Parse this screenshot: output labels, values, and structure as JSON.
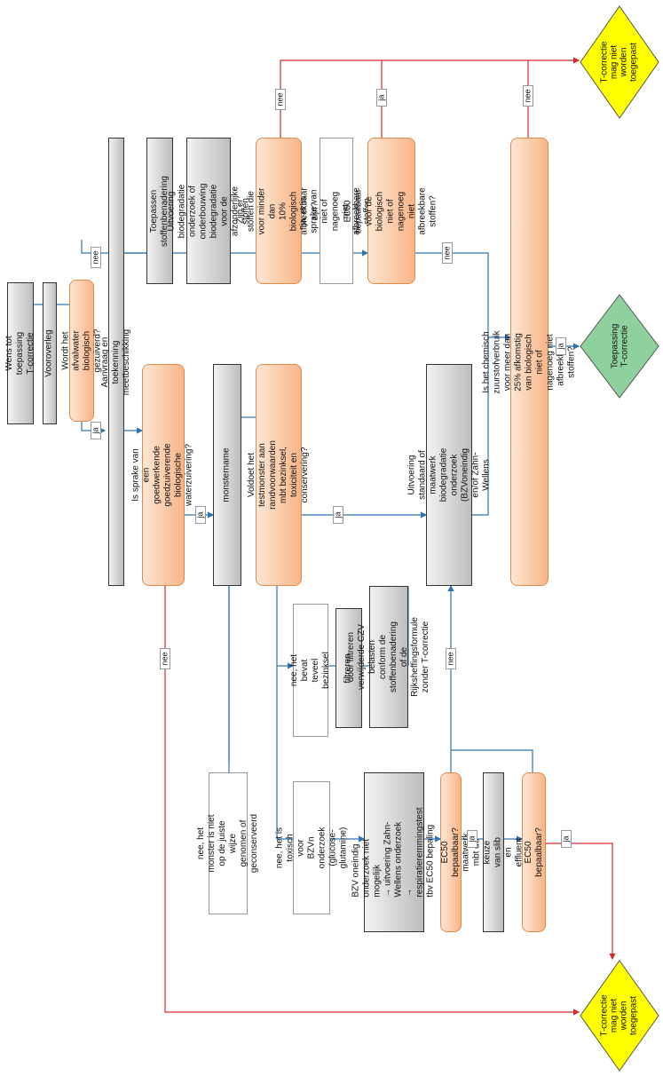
{
  "boxes": {
    "wens": "Wens tot toepassing T-correctie",
    "vooroverleg": "Vooroverleg",
    "gezuiverd": "Wordt het afvalwater biologisch gezuiverd?",
    "aanvraag": "Aanvraag en toekenning meetbeschikking",
    "goedwerkende": "Is sprake van een goedwerkende\ngoedzuiverende biologische waterzuivering?",
    "monstername": "monstername",
    "voldoet": "Voldoet het testmonster aan randvoorwaarden\nmbt bezinksel, toxiciteit en conservering?",
    "stoffenbenadering": "Toepassen stoffenbenadering",
    "biodegradatie_onderzoek": "Uitvoering biodegradatie onderzoek of\nonderbouwing biodegradatie voor de\nafzonderlijke stoffen",
    "minder10": "Zijn er stoffen die voor minder dan\n10% biologisch afbreekbaar zijn?",
    "ja_nagenoeg": "ja, er is sprake van niet of nagenoeg\nniet afbreekbare stoffen",
    "ec50_stoffen": "EC50 bepaalbaar voor de biologisch\nniet of nagenoeg niet afbreekbare\nstoffen?",
    "maatwerk_uitvoering": "Uitvoering standaard of maatwerk biodegradatie\nonderzoek (BZVoneindig en/of Zahn-Wellens",
    "zuurstof": "Is het chemisch zuurstofverbruik voor meer dan 25% afkomstig van biologisch niet of nagenoeg niet\nafbreekbare stoffen?",
    "bezinksel": "nee, het bevat teveel bezinksel",
    "filtreren": "filtreren",
    "door_filtreren": "door filtreren verwijderde CZV belasten\nconform de stoffenbenadering of de\nRijksheffingsformule zonder T-correctie",
    "niet_geconserveerd": "nee, het monster is niet op de juiste wijze\ngenomen of geconserveerd",
    "toxisch": "nee, het is toxisch voor BZVn onderzoek\n(glucose-glutamine)",
    "bzv_oneindig": "BZV oneindig onderzoek niet mogelijk\n→  uitvoering Zahn-Wellens onderzoek\n→  respiratieremmingstest tbv EC50 bepaling",
    "ec50_1": "EC50 bepaalbaar?",
    "maatwerk_slib": "maatwerk mbt de keuze van slib en effluent",
    "ec50_2": "EC50 bepaalbaar?"
  },
  "diamonds": {
    "niet_top": "T-correctie\nmag niet\nworden\ntoegepast",
    "toepassing": "Toepassing\nT-correctie",
    "niet_bottom": "T-correctie\nmag niet\nworden\ntoegepast"
  },
  "labels": {
    "ja": "ja",
    "nee": "nee"
  },
  "colors": {
    "flow_line": "#2e75b6",
    "negative_line": "#d62a2a",
    "forbidden_fill": "#ffff00",
    "allowed_fill": "#8fd19e"
  }
}
